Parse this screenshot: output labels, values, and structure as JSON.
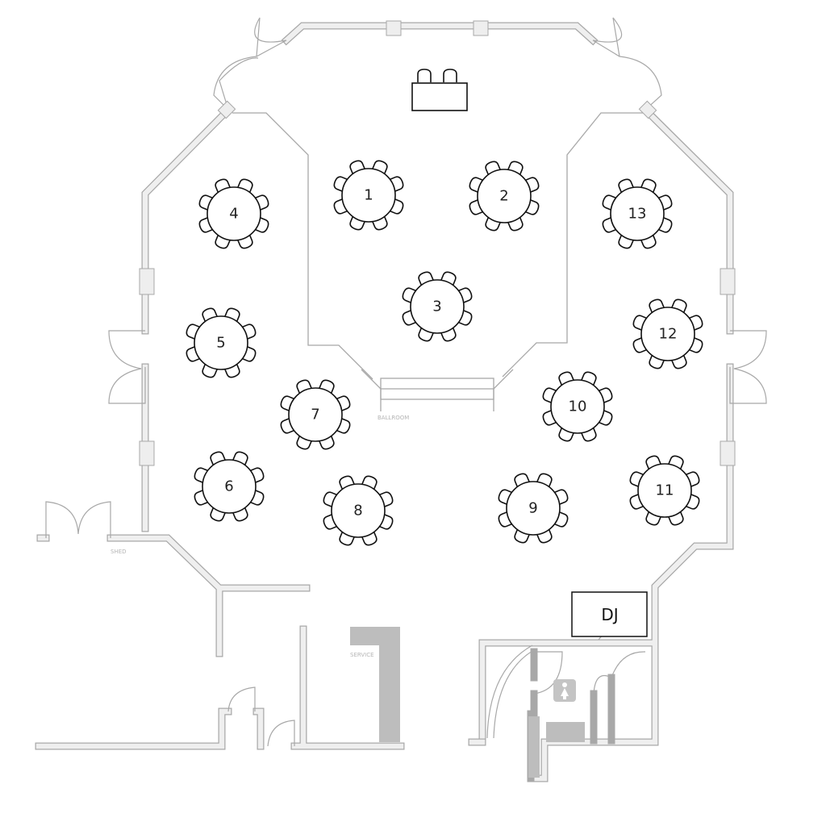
{
  "floorplan": {
    "rooms": {
      "ballroom": "BALLROOM",
      "shed": "SHED",
      "service": "SERVICE"
    },
    "dj_booth": "DJ",
    "restroom_icon": "restroom-women-icon",
    "tables": [
      {
        "number": "1",
        "seats": 8
      },
      {
        "number": "2",
        "seats": 8
      },
      {
        "number": "3",
        "seats": 8
      },
      {
        "number": "4",
        "seats": 8
      },
      {
        "number": "5",
        "seats": 8
      },
      {
        "number": "6",
        "seats": 8
      },
      {
        "number": "7",
        "seats": 8
      },
      {
        "number": "8",
        "seats": 8
      },
      {
        "number": "9",
        "seats": 8
      },
      {
        "number": "10",
        "seats": 8
      },
      {
        "number": "11",
        "seats": 8
      },
      {
        "number": "12",
        "seats": 8
      },
      {
        "number": "13",
        "seats": 8
      }
    ],
    "head_table_seats": 2
  }
}
